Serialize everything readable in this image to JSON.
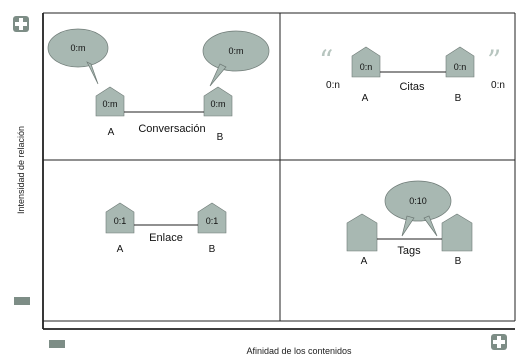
{
  "axes": {
    "x_label": "Afinidad de los contenidos",
    "y_label": "Intensidad de relación"
  },
  "quadrants": {
    "top_left": {
      "relation_label": "Conversación",
      "node_a_label": "A",
      "node_b_label": "B",
      "node_a_value": "0:m",
      "node_b_value": "0:m",
      "bubble_a_value": "0:m",
      "bubble_b_value": "0:m"
    },
    "top_right": {
      "relation_label": "Citas",
      "node_a_label": "A",
      "node_b_label": "B",
      "node_a_value": "0:n",
      "node_b_value": "0:n",
      "quote_a_value": "0:n",
      "quote_b_value": "0:n"
    },
    "bottom_left": {
      "relation_label": "Enlace",
      "node_a_label": "A",
      "node_b_label": "B",
      "node_a_value": "0:1",
      "node_b_value": "0:1"
    },
    "bottom_right": {
      "relation_label": "Tags",
      "node_a_label": "A",
      "node_b_label": "B",
      "bubble_value": "0:10"
    }
  },
  "colors": {
    "diagram_gray": "#a8b8b2",
    "line": "#222222",
    "icon": "#7d8d86"
  }
}
